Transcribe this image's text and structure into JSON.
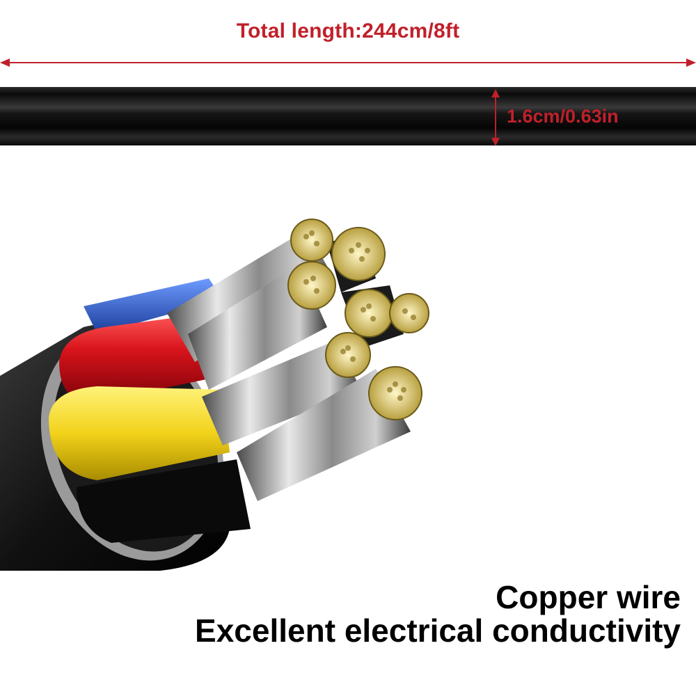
{
  "dimensions": {
    "total_length_label": "Total length:244cm/8ft",
    "diameter_label": "1.6cm/0.63in"
  },
  "caption": {
    "line1": "Copper wire",
    "line2": "Excellent electrical conductivity"
  },
  "colors": {
    "annotation_red": "#c0202a",
    "cable_black": "#0c0c0c",
    "wire_red": "#d8141c",
    "wire_yellow": "#f2d21a",
    "wire_blue": "#2b5fd0",
    "copper_tip": "#e6d48a"
  }
}
